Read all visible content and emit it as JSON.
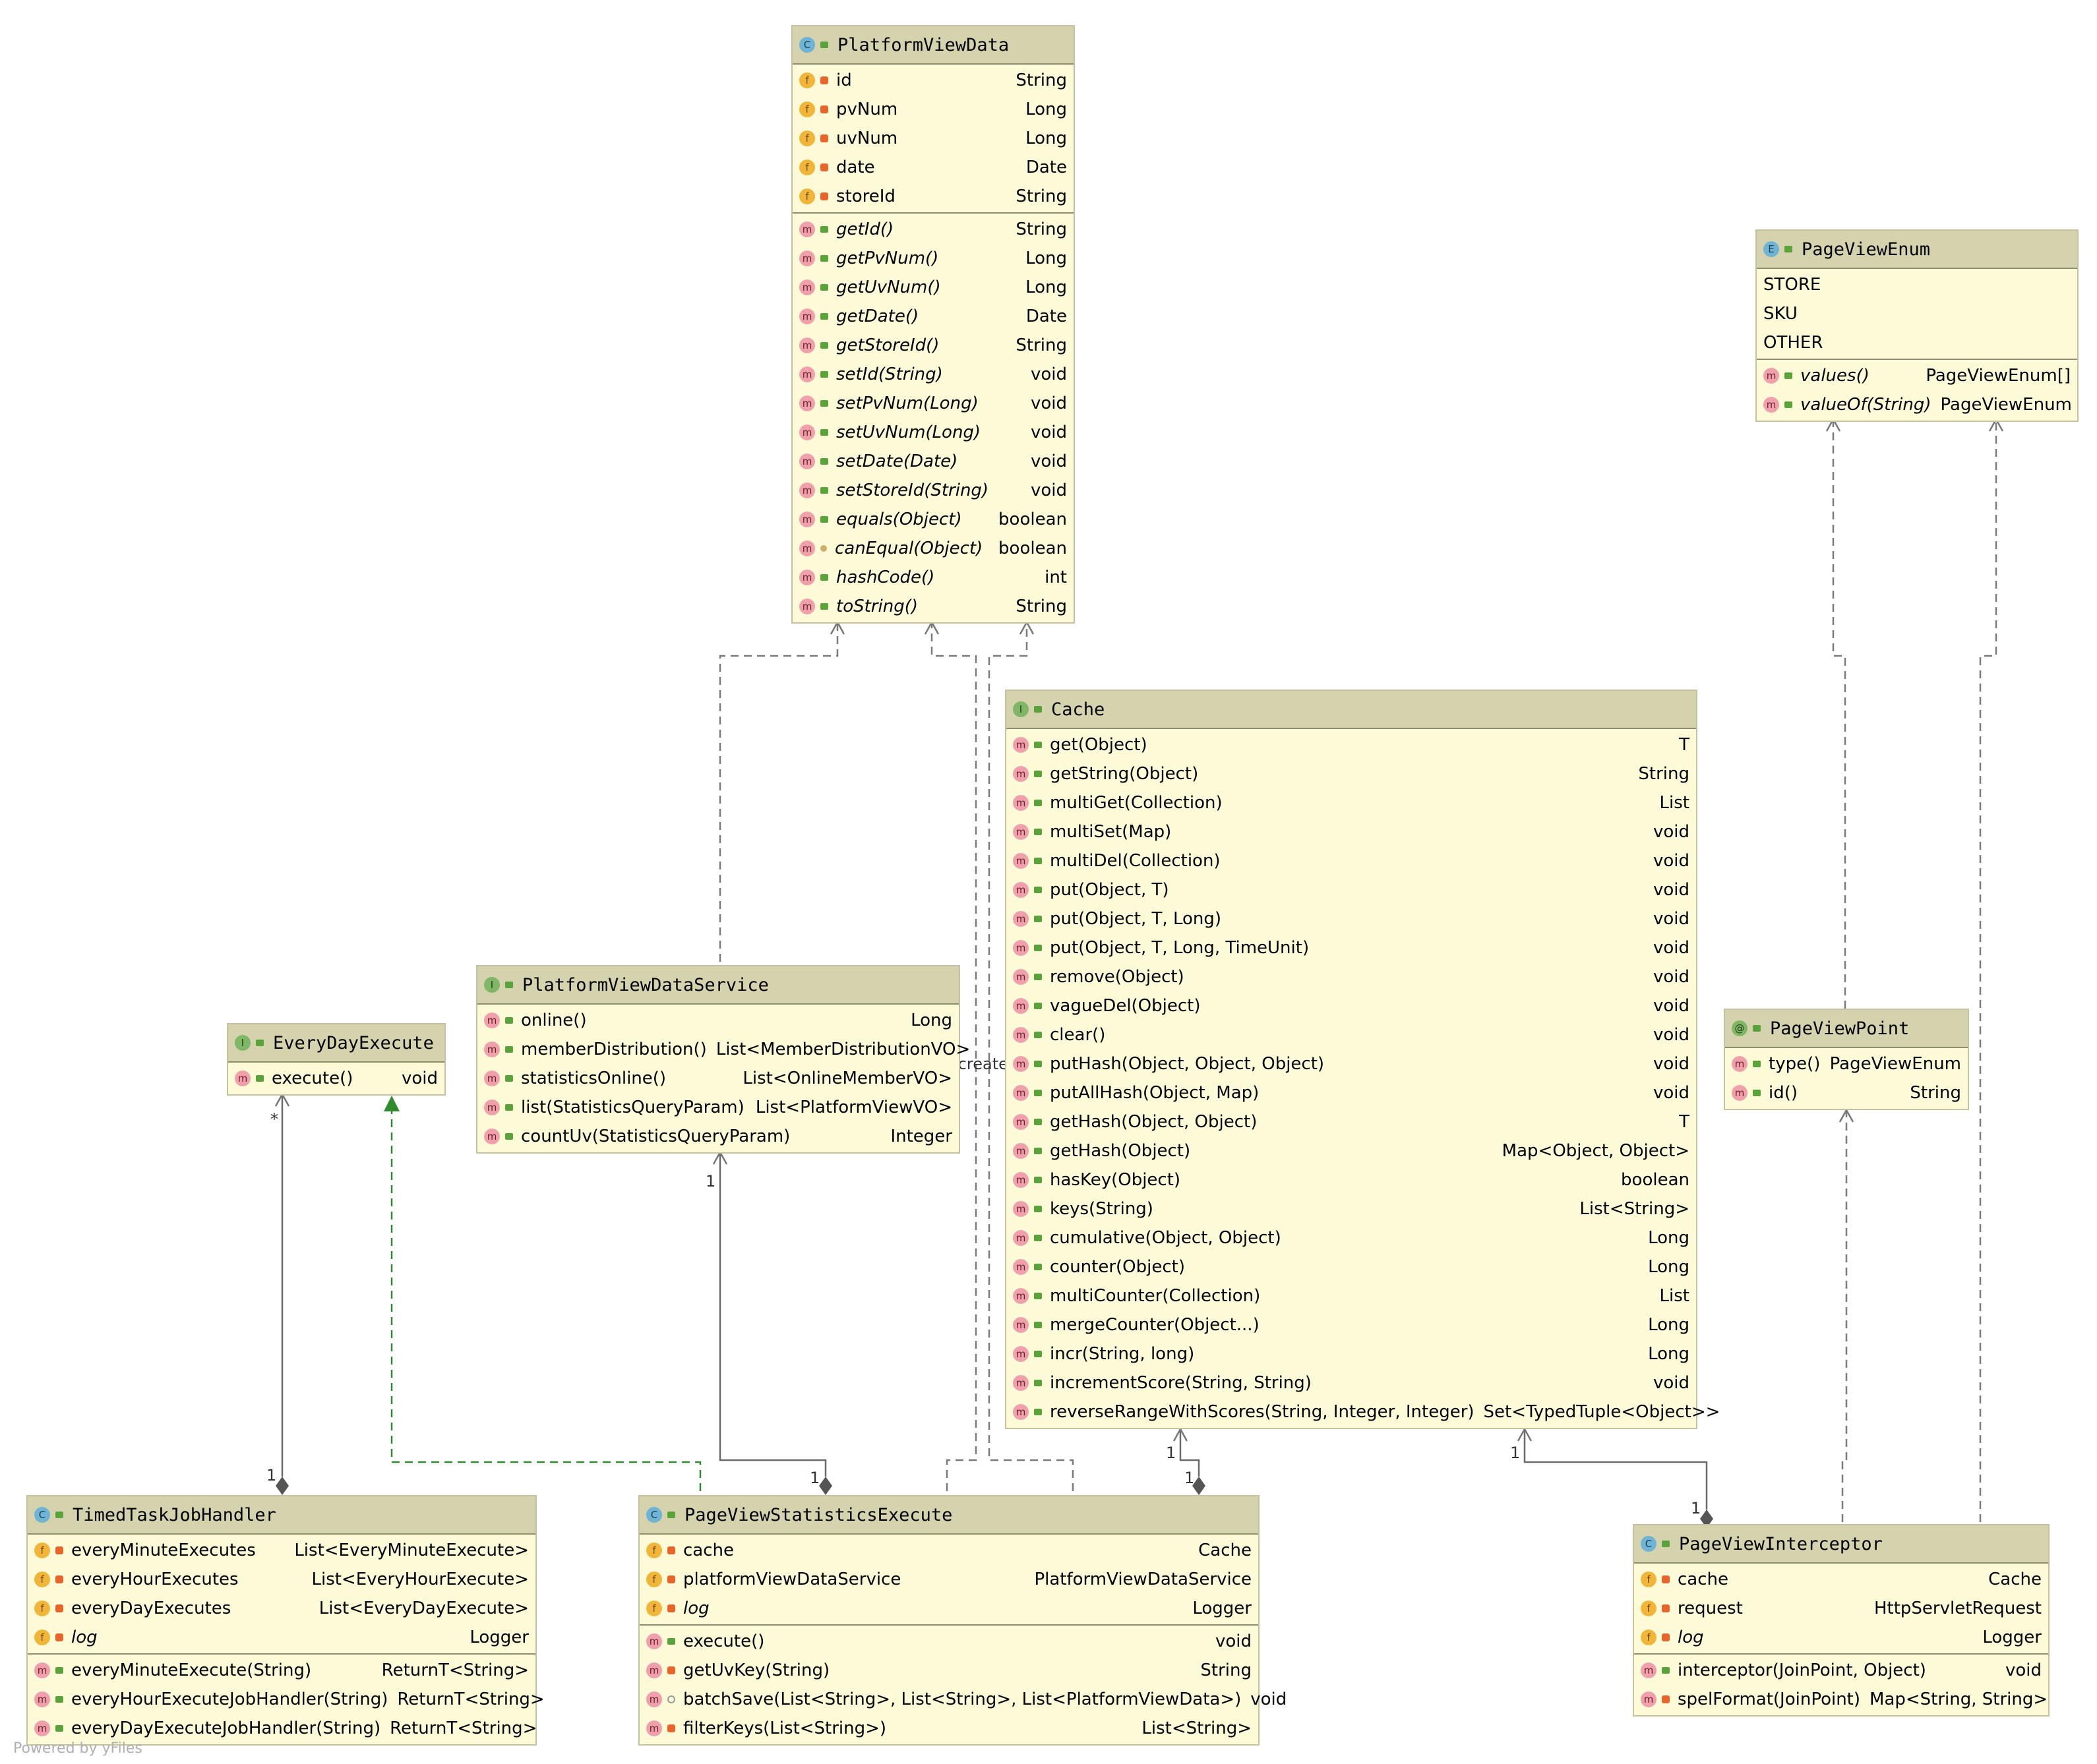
{
  "footer": "Powered by yFiles",
  "classes": {
    "platformViewData": {
      "title": "PlatformViewData",
      "kind": "C",
      "fields": [
        {
          "name": "id",
          "type": "String",
          "vis": "priv"
        },
        {
          "name": "pvNum",
          "type": "Long",
          "vis": "priv"
        },
        {
          "name": "uvNum",
          "type": "Long",
          "vis": "priv"
        },
        {
          "name": "date",
          "type": "Date",
          "vis": "priv"
        },
        {
          "name": "storeId",
          "type": "String",
          "vis": "priv"
        }
      ],
      "methods": [
        {
          "name": "getId()",
          "type": "String",
          "vis": "pub",
          "italic": true
        },
        {
          "name": "getPvNum()",
          "type": "Long",
          "vis": "pub",
          "italic": true
        },
        {
          "name": "getUvNum()",
          "type": "Long",
          "vis": "pub",
          "italic": true
        },
        {
          "name": "getDate()",
          "type": "Date",
          "vis": "pub",
          "italic": true
        },
        {
          "name": "getStoreId()",
          "type": "String",
          "vis": "pub",
          "italic": true
        },
        {
          "name": "setId(String)",
          "type": "void",
          "vis": "pub",
          "italic": true
        },
        {
          "name": "setPvNum(Long)",
          "type": "void",
          "vis": "pub",
          "italic": true
        },
        {
          "name": "setUvNum(Long)",
          "type": "void",
          "vis": "pub",
          "italic": true
        },
        {
          "name": "setDate(Date)",
          "type": "void",
          "vis": "pub",
          "italic": true
        },
        {
          "name": "setStoreId(String)",
          "type": "void",
          "vis": "pub",
          "italic": true
        },
        {
          "name": "equals(Object)",
          "type": "boolean",
          "vis": "pub",
          "italic": true
        },
        {
          "name": "canEqual(Object)",
          "type": "boolean",
          "vis": "prot",
          "italic": true
        },
        {
          "name": "hashCode()",
          "type": "int",
          "vis": "pub",
          "italic": true
        },
        {
          "name": "toString()",
          "type": "String",
          "vis": "pub",
          "italic": true
        }
      ]
    },
    "pageViewEnum": {
      "title": "PageViewEnum",
      "kind": "E",
      "fields": [
        {
          "name": "STORE",
          "type": "",
          "noicon": true
        },
        {
          "name": "SKU",
          "type": "",
          "noicon": true
        },
        {
          "name": "OTHER",
          "type": "",
          "noicon": true
        }
      ],
      "methods": [
        {
          "name": "values()",
          "type": "PageViewEnum[]",
          "vis": "pub",
          "italic": true
        },
        {
          "name": "valueOf(String)",
          "type": "PageViewEnum",
          "vis": "pub",
          "italic": true
        }
      ]
    },
    "cache": {
      "title": "Cache",
      "kind": "I",
      "fields": [],
      "methods": [
        {
          "name": "get(Object)",
          "type": "T",
          "vis": "pub"
        },
        {
          "name": "getString(Object)",
          "type": "String",
          "vis": "pub"
        },
        {
          "name": "multiGet(Collection)",
          "type": "List",
          "vis": "pub"
        },
        {
          "name": "multiSet(Map)",
          "type": "void",
          "vis": "pub"
        },
        {
          "name": "multiDel(Collection)",
          "type": "void",
          "vis": "pub"
        },
        {
          "name": "put(Object, T)",
          "type": "void",
          "vis": "pub"
        },
        {
          "name": "put(Object, T, Long)",
          "type": "void",
          "vis": "pub"
        },
        {
          "name": "put(Object, T, Long, TimeUnit)",
          "type": "void",
          "vis": "pub"
        },
        {
          "name": "remove(Object)",
          "type": "void",
          "vis": "pub"
        },
        {
          "name": "vagueDel(Object)",
          "type": "void",
          "vis": "pub"
        },
        {
          "name": "clear()",
          "type": "void",
          "vis": "pub"
        },
        {
          "name": "putHash(Object, Object, Object)",
          "type": "void",
          "vis": "pub"
        },
        {
          "name": "putAllHash(Object, Map)",
          "type": "void",
          "vis": "pub"
        },
        {
          "name": "getHash(Object, Object)",
          "type": "T",
          "vis": "pub"
        },
        {
          "name": "getHash(Object)",
          "type": "Map<Object, Object>",
          "vis": "pub"
        },
        {
          "name": "hasKey(Object)",
          "type": "boolean",
          "vis": "pub"
        },
        {
          "name": "keys(String)",
          "type": "List<String>",
          "vis": "pub"
        },
        {
          "name": "cumulative(Object, Object)",
          "type": "Long",
          "vis": "pub"
        },
        {
          "name": "counter(Object)",
          "type": "Long",
          "vis": "pub"
        },
        {
          "name": "multiCounter(Collection)",
          "type": "List",
          "vis": "pub"
        },
        {
          "name": "mergeCounter(Object...)",
          "type": "Long",
          "vis": "pub"
        },
        {
          "name": "incr(String, long)",
          "type": "Long",
          "vis": "pub"
        },
        {
          "name": "incrementScore(String, String)",
          "type": "void",
          "vis": "pub"
        },
        {
          "name": "reverseRangeWithScores(String, Integer, Integer)",
          "type": "Set<TypedTuple<Object>>",
          "vis": "pub"
        }
      ]
    },
    "platformViewDataService": {
      "title": "PlatformViewDataService",
      "kind": "I",
      "fields": [],
      "methods": [
        {
          "name": "online()",
          "type": "Long",
          "vis": "pub"
        },
        {
          "name": "memberDistribution()",
          "type": "List<MemberDistributionVO>",
          "vis": "pub"
        },
        {
          "name": "statisticsOnline()",
          "type": "List<OnlineMemberVO>",
          "vis": "pub"
        },
        {
          "name": "list(StatisticsQueryParam)",
          "type": "List<PlatformViewVO>",
          "vis": "pub"
        },
        {
          "name": "countUv(StatisticsQueryParam)",
          "type": "Integer",
          "vis": "pub"
        }
      ]
    },
    "everyDayExecute": {
      "title": "EveryDayExecute",
      "kind": "I",
      "fields": [],
      "methods": [
        {
          "name": "execute()",
          "type": "void",
          "vis": "pub"
        }
      ]
    },
    "pageViewPoint": {
      "title": "PageViewPoint",
      "kind": "@",
      "fields": [],
      "methods": [
        {
          "name": "type()",
          "type": "PageViewEnum",
          "vis": "pub"
        },
        {
          "name": "id()",
          "type": "String",
          "vis": "pub"
        }
      ]
    },
    "timedTaskJobHandler": {
      "title": "TimedTaskJobHandler",
      "kind": "C",
      "fields": [
        {
          "name": "everyMinuteExecutes",
          "type": "List<EveryMinuteExecute>",
          "vis": "priv"
        },
        {
          "name": "everyHourExecutes",
          "type": "List<EveryHourExecute>",
          "vis": "priv"
        },
        {
          "name": "everyDayExecutes",
          "type": "List<EveryDayExecute>",
          "vis": "priv"
        },
        {
          "name": "log",
          "type": "Logger",
          "vis": "priv",
          "italic": true
        }
      ],
      "methods": [
        {
          "name": "everyMinuteExecute(String)",
          "type": "ReturnT<String>",
          "vis": "pub"
        },
        {
          "name": "everyHourExecuteJobHandler(String)",
          "type": "ReturnT<String>",
          "vis": "pub"
        },
        {
          "name": "everyDayExecuteJobHandler(String)",
          "type": "ReturnT<String>",
          "vis": "pub"
        }
      ]
    },
    "pageViewStatisticsExecute": {
      "title": "PageViewStatisticsExecute",
      "kind": "C",
      "fields": [
        {
          "name": "cache",
          "type": "Cache",
          "vis": "priv"
        },
        {
          "name": "platformViewDataService",
          "type": "PlatformViewDataService",
          "vis": "priv"
        },
        {
          "name": "log",
          "type": "Logger",
          "vis": "priv",
          "italic": true
        }
      ],
      "methods": [
        {
          "name": "execute()",
          "type": "void",
          "vis": "pub"
        },
        {
          "name": "getUvKey(String)",
          "type": "String",
          "vis": "priv"
        },
        {
          "name": "batchSave(List<String>, List<String>, List<PlatformViewData>)",
          "type": "void",
          "vis": "pkg"
        },
        {
          "name": "filterKeys(List<String>)",
          "type": "List<String>",
          "vis": "priv"
        }
      ]
    },
    "pageViewInterceptor": {
      "title": "PageViewInterceptor",
      "kind": "C",
      "fields": [
        {
          "name": "cache",
          "type": "Cache",
          "vis": "priv"
        },
        {
          "name": "request",
          "type": "HttpServletRequest",
          "vis": "priv"
        },
        {
          "name": "log",
          "type": "Logger",
          "vis": "priv",
          "italic": true
        }
      ],
      "methods": [
        {
          "name": "interceptor(JoinPoint, Object)",
          "type": "void",
          "vis": "pub"
        },
        {
          "name": "spelFormat(JoinPoint)",
          "type": "Map<String, String>",
          "vis": "priv"
        }
      ]
    }
  },
  "labels": {
    "create": "«create»",
    "mult_star": "*",
    "mult_timed": "1",
    "mult_svc_top": "1",
    "mult_svc_bottom": "1",
    "mult_cache_a": "1",
    "mult_cache_b": "1",
    "mult_cache_c": "1",
    "mult_cache_d": "1"
  },
  "colors": {
    "header": "#d5d3ad",
    "body": "#fdfbd7",
    "dependency": "#7a7a7a",
    "realization": "#2e8b2e"
  }
}
